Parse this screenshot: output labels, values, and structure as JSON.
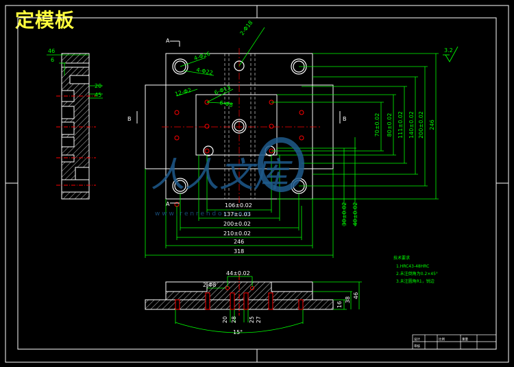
{
  "title": "定模板",
  "section_labels": {
    "a_top": "A",
    "a_bottom": "A",
    "b_left": "B",
    "b_right": "B"
  },
  "surface_roughness": "3.2",
  "dimensions": {
    "top": [
      "2-Φ18",
      "4-Φ26",
      "4-Φ22",
      "12-Φ2",
      "6-Φ13",
      "6-Φ8"
    ],
    "bottom": [
      "106±0.02",
      "137±0.03",
      "200±0.02",
      "210±0.02",
      "246",
      "318"
    ],
    "right": [
      "70±0.02",
      "80±0.02",
      "111±0.02",
      "140±0.02",
      "200±0.02",
      "246"
    ],
    "right_lower": [
      "30±0.02",
      "40±0.02"
    ],
    "left_side": [
      "46",
      "6",
      "20",
      "45"
    ],
    "section": [
      "44±0.02",
      "2-Φ8",
      "16",
      "38",
      "46",
      "20",
      "28",
      "25",
      "27",
      "15°"
    ]
  },
  "notes": {
    "heading": "技术要求",
    "items": [
      "1.HRC43-48HRC",
      "2.未注倒角为0.2×45°",
      "3.未注圆角R1，锐边"
    ]
  },
  "watermark": {
    "text": "人人文库",
    "url": "w w w . r e n r e n d o c . c o m"
  },
  "title_block": {
    "cells": [
      "设计",
      "比例",
      "重量",
      "审核"
    ]
  },
  "colors": {
    "background": "#000000",
    "outline": "#ffffff",
    "dimension": "#00ff00",
    "centerline": "#ff0000",
    "hatch": "#ffffff",
    "title": "#ffff3c",
    "watermark": "#1e5a8c"
  }
}
